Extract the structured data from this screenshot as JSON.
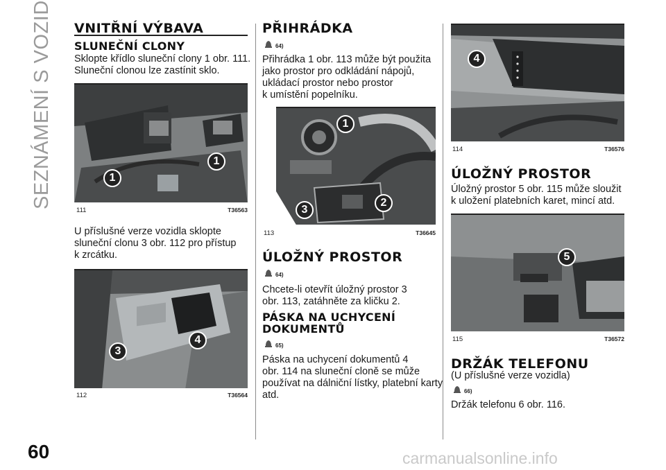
{
  "side_title": "SEZNÁMENÍ S VOZIDLEM",
  "page_number": "60",
  "watermark": "carmanualsonline.info",
  "col1": {
    "heading": "VNITŘNÍ VÝBAVA",
    "sun_heading": "SLUNEČNÍ CLONY",
    "sun_text": [
      "Sklopte křídlo sluneční clony 1 obr. 111.",
      "Sluneční clonou lze zastínit sklo."
    ],
    "fig111": {
      "num": "111",
      "code": "T36563",
      "callouts": [
        "1",
        "1"
      ]
    },
    "mirror_text": [
      "U příslušné verze vozidla sklopte",
      "sluneční clonu 3 obr. 112 pro přístup",
      "k zrcátku."
    ],
    "fig112": {
      "num": "112",
      "code": "T36564",
      "callouts": [
        "3",
        "4"
      ]
    }
  },
  "col2": {
    "glovebox_heading": "PŘIHRÁDKA",
    "glovebox_ref": "64)",
    "glovebox_text": [
      "Přihrádka 1 obr. 113 může být použita",
      "jako prostor pro odkládání nápojů,",
      "ukládací prostor nebo prostor",
      "k umístění popelníku."
    ],
    "fig113": {
      "num": "113",
      "code": "T36645",
      "callouts": [
        "1",
        "2",
        "3"
      ]
    },
    "storage_heading": "ÚLOŽNÝ PROSTOR",
    "storage_ref": "64)",
    "storage_text": [
      "Chcete-li otevřít úložný prostor 3",
      "obr. 113, zatáhněte za kličku 2."
    ],
    "strap_heading": [
      "PÁSKA NA UCHYCENÍ",
      "DOKUMENTŮ"
    ],
    "strap_ref": "65)",
    "strap_text": [
      "Páska na uchycení dokumentů 4",
      "obr. 114 na sluneční cloně se může",
      "používat na dálniční lístky, platební karty",
      "atd."
    ]
  },
  "col3": {
    "fig114": {
      "num": "114",
      "code": "T36576",
      "callouts": [
        "4"
      ]
    },
    "storage_heading": "ÚLOŽNÝ PROSTOR",
    "storage_text": [
      "Úložný prostor 5 obr. 115 může sloužit",
      "k uložení platebních karet, mincí atd."
    ],
    "fig115": {
      "num": "115",
      "code": "T36572",
      "callouts": [
        "5"
      ]
    },
    "phone_heading": "DRŽÁK TELEFONU",
    "phone_sub": "(U příslušné verze vozidla)",
    "phone_ref": "66)",
    "phone_text": "Držák telefonu 6 obr. 116."
  },
  "colors": {
    "text": "#1a1a1a",
    "side_title": "#9a9a9a",
    "photo_bg": "#5e6163",
    "watermark": "#c9c9c9"
  }
}
